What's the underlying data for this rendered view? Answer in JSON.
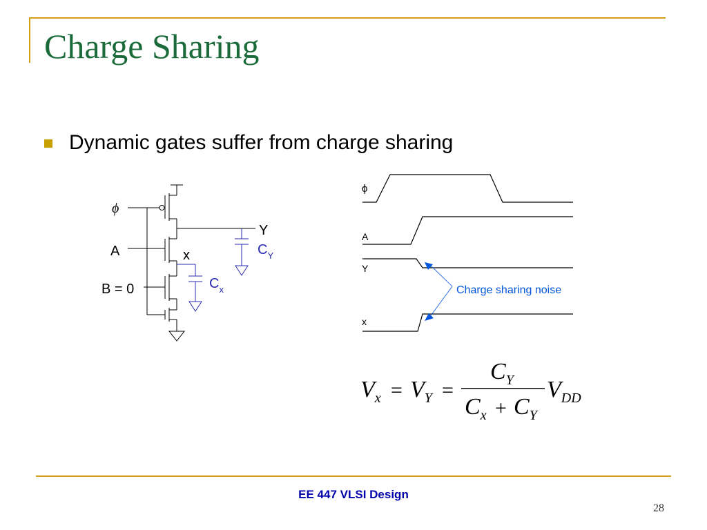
{
  "slide": {
    "title": "Charge Sharing",
    "bullet": "Dynamic gates suffer from charge sharing",
    "footer": "EE 447 VLSI Design",
    "page_number": "28"
  },
  "circuit": {
    "phi_label": "ϕ",
    "a_label": "A",
    "b_label": "B = 0",
    "y_label": "Y",
    "x_label": "x",
    "cy_main": "C",
    "cy_sub": "Y",
    "cx_main": "C",
    "cx_sub": "x"
  },
  "waveform": {
    "phi_label": "ϕ",
    "a_label": "A",
    "y_label": "Y",
    "x_label": "x",
    "noise_label": "Charge sharing noise"
  },
  "equation": {
    "v": "V",
    "sub_x": "x",
    "sub_y": "Y",
    "eq": "=",
    "c": "C",
    "plus": "+",
    "sub_dd": "DD"
  },
  "colors": {
    "title": "#1b6b3a",
    "frame": "#d4a017",
    "bullet": "#c8a000",
    "footer": "#0000aa",
    "capacitor": "#2a2ab0",
    "annotation": "#0055dd"
  }
}
